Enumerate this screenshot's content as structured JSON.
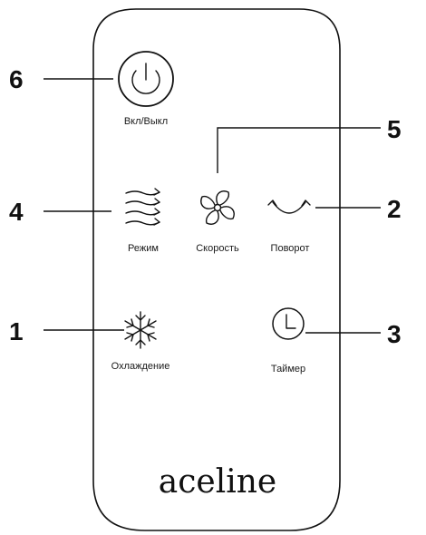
{
  "remote": {
    "brand": "aceline",
    "buttons": {
      "power": {
        "label": "Вкл/Выкл",
        "icon": "power-icon"
      },
      "mode": {
        "label": "Режим",
        "icon": "wind-waves-icon"
      },
      "speed": {
        "label": "Скорость",
        "icon": "fan-icon"
      },
      "rotate": {
        "label": "Поворот",
        "icon": "rotate-arc-icon"
      },
      "cooling": {
        "label": "Охлаждение",
        "icon": "snowflake-icon"
      },
      "timer": {
        "label": "Таймер",
        "icon": "clock-icon"
      }
    }
  },
  "callouts": {
    "one": "1",
    "two": "2",
    "three": "3",
    "four": "4",
    "five": "5",
    "six": "6"
  },
  "colors": {
    "line": "#111111",
    "background": "#ffffff"
  }
}
